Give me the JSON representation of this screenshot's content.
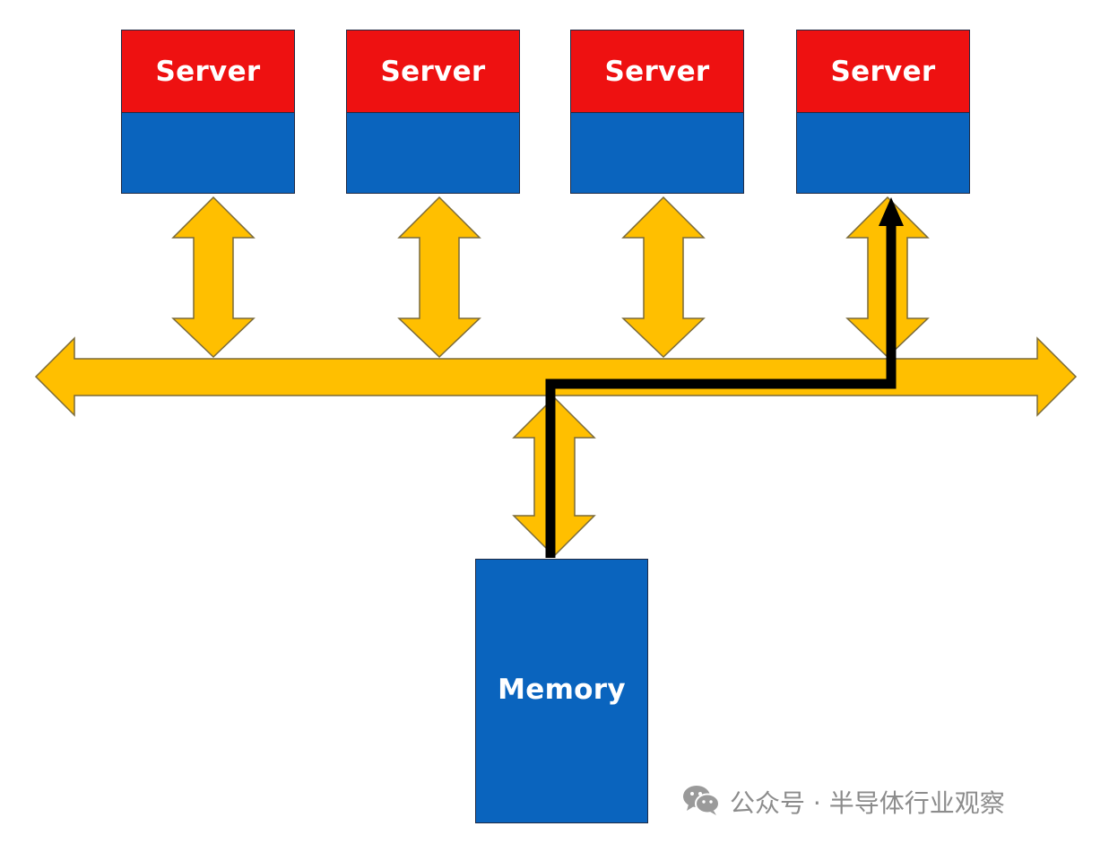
{
  "colors": {
    "server_top": "#ee1111",
    "server_bottom": "#0a64be",
    "memory": "#0a64be",
    "bus_fill": "#ffbf00",
    "bus_stroke": "#7a6a3a",
    "path": "#000000"
  },
  "servers": [
    {
      "label": "Server"
    },
    {
      "label": "Server"
    },
    {
      "label": "Server"
    },
    {
      "label": "Server"
    }
  ],
  "memory": {
    "label": "Memory"
  },
  "bus": {
    "direction": "bidirectional"
  },
  "data_path": {
    "from": "memory",
    "to": "server-4"
  },
  "watermark": {
    "icon": "wechat-icon",
    "text": "公众号 · 半导体行业观察"
  }
}
